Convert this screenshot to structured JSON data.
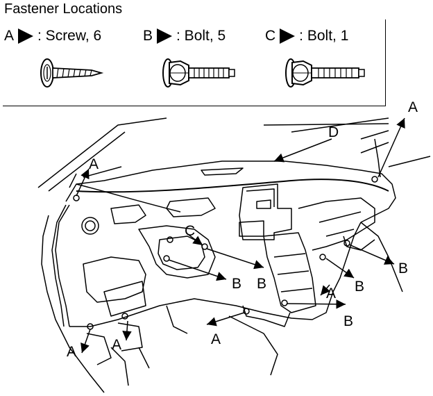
{
  "title": "Fastener Locations",
  "legend": [
    {
      "letter": "A",
      "text": ": Screw, 6"
    },
    {
      "letter": "B",
      "text": ": Bolt, 5"
    },
    {
      "letter": "C",
      "text": ": Bolt, 1"
    }
  ],
  "callouts": {
    "a1": "A",
    "a2": "A",
    "a3": "A",
    "a4": "A",
    "a5": "A",
    "a6": "A",
    "b1": "B",
    "b2": "B",
    "b3": "B",
    "b4": "B",
    "b5": "B",
    "c1": "C",
    "d1": "D"
  }
}
